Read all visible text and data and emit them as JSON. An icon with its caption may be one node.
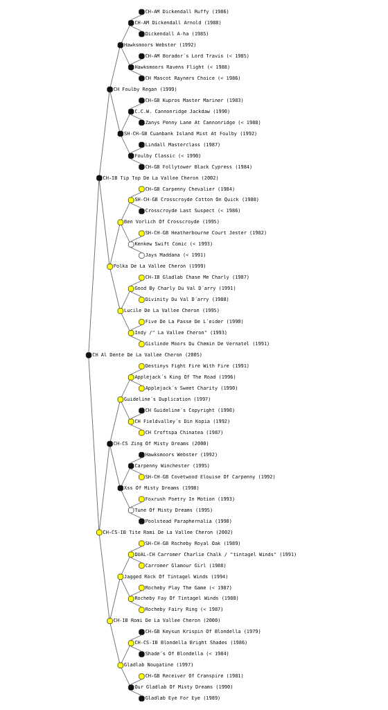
{
  "diagram": {
    "nodes": [
      {
        "text": [],
        "shape": "circle",
        "beside": [
          "CH-AM Dickendall Ruffy (1986)"
        ]
      },
      {
        "text": [],
        "shape": "circle",
        "beside": [
          "CH-AM Dickendall Arnold (1988)"
        ]
      },
      {
        "text": [],
        "shape": "circle",
        "beside": [
          "Dickendall A-ha (1985)"
        ]
      },
      {
        "text": [],
        "shape": "circle",
        "beside": [
          "Hawksmoors Webster (1992)"
        ]
      },
      {
        "text": [],
        "shape": "circle",
        "beside": [
          "CH-AM Borador´s Lord Travis (< 1985)"
        ]
      },
      {
        "text": [],
        "shape": "circle",
        "beside": [
          "Hawksmoors Ravens Flight (< 1988)"
        ]
      },
      {
        "text": [],
        "shape": "circle",
        "beside": [
          "CH Mascot Rayners Choice (< 1986)"
        ]
      },
      {
        "text": [],
        "shape": "circle",
        "beside": [
          "CH Foulby Regan (1999)"
        ]
      },
      {
        "text": [],
        "shape": "circle",
        "beside": [
          "CH-GB Kupros Master Mariner (1983)"
        ]
      },
      {
        "text": [],
        "shape": "circle",
        "beside": [
          "C.C.W. Cannonridge Jackdaw (1990)"
        ]
      },
      {
        "text": [],
        "shape": "circle",
        "beside": [
          "Zanys Penny Lane At Cannonridge (< 1988)"
        ]
      },
      {
        "text": [],
        "shape": "circle",
        "beside": [
          "SH-CH-GB Cuanbank Island Mist At Foulby (1992)"
        ]
      },
      {
        "text": [],
        "shape": "circle",
        "beside": [
          "Lindall Masterclass (1987)"
        ]
      },
      {
        "text": [],
        "shape": "circle",
        "beside": [
          "Foulby Classic (< 1990)"
        ]
      },
      {
        "text": [],
        "shape": "circle",
        "beside": [
          "CH-GB Follytower Black Cypress (1984)"
        ]
      },
      {
        "text": [],
        "shape": "circle",
        "beside": [
          "CH-IB Tip Top De La Vallee Cheron (2002)"
        ]
      },
      {
        "text": [],
        "shape": "circle",
        "beside": [
          "CH-GB Carpenny Chevalier (1984)"
        ]
      },
      {
        "text": [],
        "shape": "circle",
        "beside": [
          "SH-CH-GB Crosscroyde Cotton On Quick (1988)"
        ]
      },
      {
        "text": [],
        "shape": "circle",
        "beside": [
          "Crosscroyde Last Suspect (< 1986)"
        ]
      },
      {
        "text": [],
        "shape": "circle",
        "beside": [
          "Ben Vorlich Of Crosscroyde (1995)"
        ]
      },
      {
        "text": [],
        "shape": "circle",
        "beside": [
          "SH-CH-GB Heatherbourne Court Jester (1982)"
        ]
      },
      {
        "text": [],
        "shape": "circle",
        "beside": [
          "Kenkew Swift Comic (< 1993)"
        ]
      },
      {
        "text": [],
        "shape": "circle",
        "beside": [
          "Jays Maddana (< 1991)"
        ]
      },
      {
        "text": [],
        "shape": "circle",
        "beside": [
          "Polka De La Vallee Cheron (1999)"
        ]
      },
      {
        "text": [],
        "shape": "circle",
        "beside": [
          "CH-IB Gladlab Chase Me Charly (1987)"
        ]
      },
      {
        "text": [],
        "shape": "circle",
        "beside": [
          "Good By Charly Du Val D´arry (1991)"
        ]
      },
      {
        "text": [],
        "shape": "circle",
        "beside": [
          "Divinity Du Val D´arry (1988)"
        ]
      },
      {
        "text": [],
        "shape": "circle",
        "beside": [
          "Lucile De La Vallee Cheron (1995)"
        ]
      },
      {
        "text": [],
        "shape": "circle",
        "beside": [
          "Five De La Passe De L´eider (1990)"
        ]
      },
      {
        "text": [],
        "shape": "circle",
        "beside": [
          "Indy /\" La Vallee Cheron\" (1993)"
        ]
      },
      {
        "text": [],
        "shape": "circle",
        "beside": [
          "Gislinde Moors Du Chemin De Vernatel (1991)"
        ]
      },
      {
        "text": [],
        "shape": "circle",
        "beside": [
          "CH Al Dente De La Vallee Cheron (2005)"
        ]
      },
      {
        "text": [],
        "shape": "circle",
        "beside": [
          "Destinys Fight Fire With Fire (1991)"
        ]
      },
      {
        "text": [],
        "shape": "circle",
        "beside": [
          "Applejack´s King Of The Road (1996)"
        ]
      },
      {
        "text": [],
        "shape": "circle",
        "beside": [
          "Applejack´s Sweet Charity (1990)"
        ]
      },
      {
        "text": [],
        "shape": "circle",
        "beside": [
          "Guideline´s Duplication (1997)"
        ]
      },
      {
        "text": [],
        "shape": "circle",
        "beside": [
          "CH Guideline´s Copyright (1990)"
        ]
      },
      {
        "text": [],
        "shape": "circle",
        "beside": [
          "CH Fieldvalley´s Din Kopia (1992)"
        ]
      },
      {
        "text": [],
        "shape": "circle",
        "beside": [
          "CH Croftspa Chinatea (1987)"
        ]
      },
      {
        "text": [],
        "shape": "circle",
        "beside": [
          "CH-CS Zing Of Misty Dreams (2000)"
        ]
      },
      {
        "text": [],
        "shape": "circle",
        "beside": [
          "Hawksmoors Webster (1992)"
        ]
      },
      {
        "text": [],
        "shape": "circle",
        "beside": [
          "Carpenny Winchester (1995)"
        ]
      },
      {
        "text": [],
        "shape": "circle",
        "beside": [
          "SH-CH-GB Covetwood Elouise Of Carpenny (1992)"
        ]
      },
      {
        "text": [],
        "shape": "circle",
        "beside": [
          "Xss Of Misty Dreams (1998)"
        ]
      },
      {
        "text": [],
        "shape": "circle",
        "beside": [
          "Foxrush Poetry In Motion (1993)"
        ]
      },
      {
        "text": [],
        "shape": "circle",
        "beside": [
          "Tune Of Misty Dreams (1995)"
        ]
      },
      {
        "text": [],
        "shape": "circle",
        "beside": [
          "Poolstead Paraphernalia (1990)"
        ]
      },
      {
        "text": [],
        "shape": "circle",
        "beside": [
          "CH-CS-IB Tite Romi De La Vallee Cheron (2002)"
        ]
      },
      {
        "text": [],
        "shape": "circle",
        "beside": [
          "SH-CH-GB Rocheby Royal Oak (1989)"
        ]
      },
      {
        "text": [],
        "shape": "circle",
        "beside": [
          "DUAL-CH Carromer Charlie Chalk / \"tintagel Winds\" (1991)"
        ]
      },
      {
        "text": [],
        "shape": "circle",
        "beside": [
          "Carromer Glamour Girl (1988)"
        ]
      },
      {
        "text": [],
        "shape": "circle",
        "beside": [
          "Jagged Rock Of Tintagel Winds (1994)"
        ]
      },
      {
        "text": [],
        "shape": "circle",
        "beside": [
          "Rocheby Play The Game (< 1987)"
        ]
      },
      {
        "text": [],
        "shape": "circle",
        "beside": [
          "Rocheby Fay Of Tintagel Winds (1988)"
        ]
      },
      {
        "text": [],
        "shape": "circle",
        "beside": [
          "Rocheby Fairy Ring (< 1987)"
        ]
      },
      {
        "text": [],
        "shape": "circle",
        "beside": [
          "CH-IB Romi De La Vallee Cheron (2000)"
        ]
      },
      {
        "text": [],
        "shape": "circle",
        "beside": [
          "CH-GB Keysun Krispin Of Blondella (1979)"
        ]
      },
      {
        "text": [],
        "shape": "circle",
        "beside": [
          "CH-CS-IB Blondella Bright Shades (1986)"
        ]
      },
      {
        "text": [],
        "shape": "circle",
        "beside": [
          "Shade´s Of Blondella (< 1984)"
        ]
      },
      {
        "text": [],
        "shape": "circle",
        "beside": [
          "Gladlab Nougatine (1997)"
        ]
      },
      {
        "text": [],
        "shape": "circle",
        "beside": [
          "CH-GB Receiver Of Cranspire (1981)"
        ]
      },
      {
        "text": [],
        "shape": "circle",
        "beside": [
          "Our Gladlab Of Misty Dreams (1990)"
        ]
      },
      {
        "text": [],
        "shape": "circle",
        "beside": [
          "Gladlab Eye For Eye (1989)"
        ]
      }
    ],
    "edges": [
      {
        "from": 1,
        "to": 0,
        "arrow": "none"
      },
      {
        "from": 1,
        "to": 2,
        "arrow": "none"
      },
      {
        "from": 3,
        "to": 1,
        "arrow": "none"
      },
      {
        "from": 3,
        "to": 5,
        "arrow": "none"
      },
      {
        "from": 5,
        "to": 4,
        "arrow": "none"
      },
      {
        "from": 5,
        "to": 6,
        "arrow": "none"
      },
      {
        "from": 7,
        "to": 3,
        "arrow": "none"
      },
      {
        "from": 7,
        "to": 11,
        "arrow": "none"
      },
      {
        "from": 9,
        "to": 8,
        "arrow": "none"
      },
      {
        "from": 9,
        "to": 10,
        "arrow": "none"
      },
      {
        "from": 11,
        "to": 9,
        "arrow": "none"
      },
      {
        "from": 11,
        "to": 13,
        "arrow": "none"
      },
      {
        "from": 13,
        "to": 12,
        "arrow": "none"
      },
      {
        "from": 13,
        "to": 14,
        "arrow": "none"
      },
      {
        "from": 15,
        "to": 7,
        "arrow": "none"
      },
      {
        "from": 15,
        "to": 23,
        "arrow": "none"
      },
      {
        "from": 17,
        "to": 16,
        "arrow": "none"
      },
      {
        "from": 17,
        "to": 18,
        "arrow": "none"
      },
      {
        "from": 19,
        "to": 17,
        "arrow": "none"
      },
      {
        "from": 19,
        "to": 21,
        "arrow": "none"
      },
      {
        "from": 21,
        "to": 20,
        "arrow": "none"
      },
      {
        "from": 21,
        "to": 22,
        "arrow": "none"
      },
      {
        "from": 23,
        "to": 19,
        "arrow": "none"
      },
      {
        "from": 23,
        "to": 27,
        "arrow": "none"
      },
      {
        "from": 25,
        "to": 24,
        "arrow": "none"
      },
      {
        "from": 25,
        "to": 26,
        "arrow": "none"
      },
      {
        "from": 27,
        "to": 25,
        "arrow": "none"
      },
      {
        "from": 27,
        "to": 29,
        "arrow": "none"
      },
      {
        "from": 29,
        "to": 28,
        "arrow": "none"
      },
      {
        "from": 29,
        "to": 30,
        "arrow": "none"
      },
      {
        "from": 31,
        "to": 15,
        "arrow": "none"
      },
      {
        "from": 31,
        "to": 47,
        "arrow": "none"
      },
      {
        "from": 33,
        "to": 32,
        "arrow": "none"
      },
      {
        "from": 33,
        "to": 34,
        "arrow": "none"
      },
      {
        "from": 35,
        "to": 33,
        "arrow": "none"
      },
      {
        "from": 35,
        "to": 37,
        "arrow": "none"
      },
      {
        "from": 37,
        "to": 36,
        "arrow": "none"
      },
      {
        "from": 37,
        "to": 38,
        "arrow": "none"
      },
      {
        "from": 39,
        "to": 35,
        "arrow": "none"
      },
      {
        "from": 39,
        "to": 43,
        "arrow": "none"
      },
      {
        "from": 41,
        "to": 40,
        "arrow": "none"
      },
      {
        "from": 41,
        "to": 42,
        "arrow": "none"
      },
      {
        "from": 43,
        "to": 41,
        "arrow": "none"
      },
      {
        "from": 43,
        "to": 45,
        "arrow": "none"
      },
      {
        "from": 45,
        "to": 44,
        "arrow": "none"
      },
      {
        "from": 45,
        "to": 46,
        "arrow": "none"
      },
      {
        "from": 47,
        "to": 39,
        "arrow": "none"
      },
      {
        "from": 47,
        "to": 55,
        "arrow": "none"
      },
      {
        "from": 49,
        "to": 48,
        "arrow": "none"
      },
      {
        "from": 49,
        "to": 50,
        "arrow": "none"
      },
      {
        "from": 51,
        "to": 49,
        "arrow": "none"
      },
      {
        "from": 51,
        "to": 53,
        "arrow": "none"
      },
      {
        "from": 53,
        "to": 52,
        "arrow": "none"
      },
      {
        "from": 53,
        "to": 54,
        "arrow": "none"
      },
      {
        "from": 55,
        "to": 51,
        "arrow": "none"
      },
      {
        "from": 55,
        "to": 59,
        "arrow": "none"
      },
      {
        "from": 57,
        "to": 56,
        "arrow": "none"
      },
      {
        "from": 57,
        "to": 58,
        "arrow": "none"
      },
      {
        "from": 59,
        "to": 57,
        "arrow": "none"
      },
      {
        "from": 59,
        "to": 61,
        "arrow": "none"
      },
      {
        "from": 61,
        "to": 60,
        "arrow": "none"
      },
      {
        "from": 61,
        "to": 62,
        "arrow": "none"
      }
    ]
  }
}
